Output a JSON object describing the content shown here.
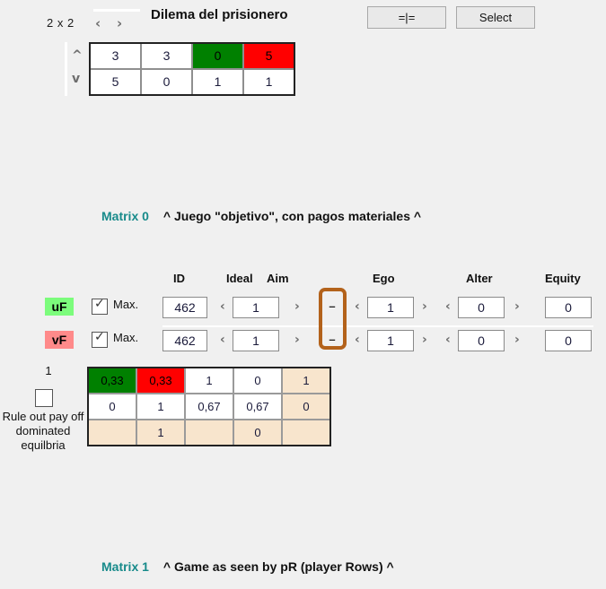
{
  "toolbar": {
    "size_label": "2 x 2",
    "prev_icon": "‹",
    "next_icon": "›",
    "game_title": "Dilema del prisionero",
    "equal_button": "=|=",
    "select_button": "Select",
    "row_up_icon": "^",
    "row_down_icon": "v"
  },
  "top_matrix": {
    "rows": [
      [
        {
          "value": "3",
          "style": "plain"
        },
        {
          "value": "3",
          "style": "plain"
        },
        {
          "value": "0",
          "style": "green"
        },
        {
          "value": "5",
          "style": "red"
        }
      ],
      [
        {
          "value": "5",
          "style": "plain"
        },
        {
          "value": "0",
          "style": "plain"
        },
        {
          "value": "1",
          "style": "plain"
        },
        {
          "value": "1",
          "style": "plain"
        }
      ]
    ]
  },
  "matrix0": {
    "tag": "Matrix 0",
    "description": "^ Juego \"objetivo\", con pagos materiales ^",
    "headers": {
      "id": "ID",
      "ideal": "Ideal",
      "aim": "Aim",
      "ego": "Ego",
      "alter": "Alter",
      "equity": "Equity"
    },
    "rows": [
      {
        "badge": "uF",
        "badge_color": "#7cfc7c",
        "max_label": "Max.",
        "max_checked": true,
        "check_glyph": "✓",
        "id": "462",
        "aim": "1",
        "minus": "–",
        "ego": "1",
        "alter": "0",
        "equity": "0",
        "prev_icon": "‹",
        "next_icon": "›"
      },
      {
        "badge": "vF",
        "badge_color": "#ff8a8a",
        "max_label": "Max.",
        "max_checked": true,
        "check_glyph": "✓",
        "id": "462",
        "aim": "1",
        "minus": "–",
        "ego": "1",
        "alter": "0",
        "equity": "0",
        "prev_icon": "‹",
        "next_icon": "›"
      }
    ],
    "highlight_color": "#b3621b"
  },
  "left_panel": {
    "count": "1",
    "rule_checked": false,
    "rule_label": "Rule out pay off dominated equilbria"
  },
  "result_grid": {
    "rows": [
      [
        {
          "value": "0,33",
          "style": "green"
        },
        {
          "value": "0,33",
          "style": "red"
        },
        {
          "value": "1",
          "style": "plain"
        },
        {
          "value": "0",
          "style": "plain"
        },
        {
          "value": "1",
          "style": "beige"
        }
      ],
      [
        {
          "value": "0",
          "style": "plain"
        },
        {
          "value": "1",
          "style": "plain"
        },
        {
          "value": "0,67",
          "style": "plain"
        },
        {
          "value": "0,67",
          "style": "plain"
        },
        {
          "value": "0",
          "style": "beige"
        }
      ],
      [
        {
          "value": "",
          "style": "beige"
        },
        {
          "value": "1",
          "style": "beige"
        },
        {
          "value": "",
          "style": "beige"
        },
        {
          "value": "0",
          "style": "beige"
        },
        {
          "value": "",
          "style": "beige"
        }
      ]
    ]
  },
  "matrix1": {
    "tag": "Matrix 1",
    "description": "^ Game as seen by pR (player Rows) ^"
  }
}
